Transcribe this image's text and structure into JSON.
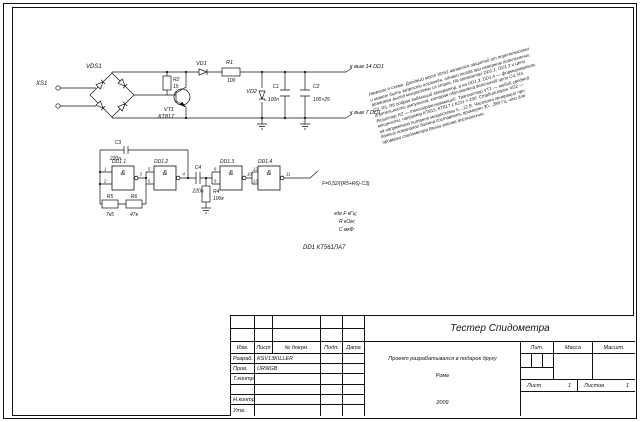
{
  "schematic": {
    "connector": {
      "label": "XS1"
    },
    "bridge": {
      "label": "VDS1"
    },
    "transistor": {
      "label": "VT1",
      "type": "КТ817"
    },
    "r2": {
      "label": "R2",
      "value": "15"
    },
    "vd1": {
      "label": "VD1"
    },
    "r1": {
      "label": "R1",
      "value": "100"
    },
    "vd2": {
      "label": "VD2"
    },
    "c1": {
      "label": "C1",
      "value": "100n"
    },
    "c2": {
      "label": "C2",
      "value": "100×25"
    },
    "to_pin14": "к выв 14 DD1",
    "to_pin7": "к выв 7 DD1",
    "c3": {
      "label": "C3",
      "value": "220n"
    },
    "c4": {
      "label": "C4",
      "value": "220n"
    },
    "r4": {
      "label": "R4",
      "value": "100к"
    },
    "r5": {
      "label": "R5",
      "value": "7к5"
    },
    "r6": {
      "label": "R6",
      "value": "47к"
    },
    "gate_symbol": "&",
    "gates": [
      {
        "label": "DD1.1",
        "pin_in1": "1",
        "pin_in2": "2",
        "pin_out": "3"
      },
      {
        "label": "DD1.2",
        "pin_in1": "5",
        "pin_in2": "6",
        "pin_out": "4"
      },
      {
        "label": "DD1.3",
        "pin_in1": "8",
        "pin_in2": "9",
        "pin_out": "10"
      },
      {
        "label": "DD1.4",
        "pin_in1": "12",
        "pin_in2": "13",
        "pin_out": "11"
      }
    ],
    "formula": "F=0,52/((R5+R6)·C3)",
    "units_line1": "где F кГц;",
    "units_line2": "R кОм;",
    "units_line3": "С мкФ",
    "chip": "DD1 КТ561ЛА7"
  },
  "annotation": {
    "lines": [
      "Немного о схеме. Диодный мост VDS1 является защитой от переполюсовки",
      "и может быть запросто исключён, однако тогда при неверном подключении",
      "возможен выход микросхемы из строя. На элементах DD1.1, DD1.2 и цепи",
      "C3, R5, R6 собран задающий генератор, а на DD1.3, DD1.4 — формирователь",
      "длительности импульсов, которая обусловлена величиной цепи C4, R4.",
      "Резистор R2 — токоограничивающий. Транзистор VT1 — любой средней",
      "мощности, например КТ815, КТ817 с h21э > 100. Стабилитрон VD2 —",
      "на напряжение питания микросхемы 5…12 В. Частота генерации при",
      "данных номиналах должна составлять примерно 30…280 Гц, что для",
      "проверки спидометра Волги вполне достаточно."
    ]
  },
  "title_block": {
    "title": "Тестер Спидометра",
    "header": {
      "izm": "Изм.",
      "list": "Лист",
      "doc": "№ докум.",
      "podp": "Подп.",
      "data": "Дата"
    },
    "rows": [
      {
        "label": "Разраб.",
        "name": "KSV13KILLER"
      },
      {
        "label": "Пров.",
        "name": "UR9IGB"
      },
      {
        "label": "Т.контр.",
        "name": ""
      },
      {
        "label": "",
        "name": ""
      },
      {
        "label": "Н.контр.",
        "name": ""
      },
      {
        "label": "Утв.",
        "name": ""
      }
    ],
    "project_line1": "Проект разрабатывался в подарок другу",
    "project_line2": "Роме",
    "year": "2009",
    "lit_label": "Лит.",
    "mass_label": "Масса",
    "scale_label": "Масшт.",
    "sheet_label": "Лист",
    "sheet_value": "1",
    "sheets_label": "Листов",
    "sheets_value": "1"
  }
}
